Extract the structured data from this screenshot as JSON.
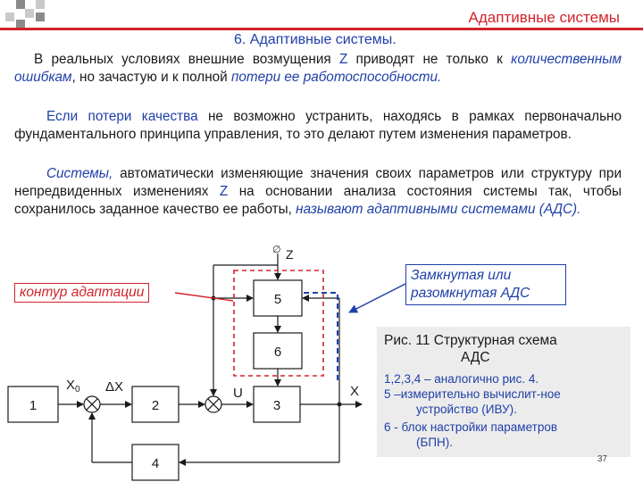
{
  "header": {
    "title": "Адаптивные системы",
    "section": "6. Адаптивные системы."
  },
  "text": {
    "p1_a": "В реальных условиях внешние возмущения ",
    "p1_z": "Z",
    "p1_b": " приводят не только к ",
    "p1_c": "количественным ошибкам",
    "p1_d": ", но зачастую и к полной ",
    "p1_e": "потери ее работоспособности.",
    "p2_a": "Если потери качества",
    "p2_b": " не возможно устранить, находясь в рамках первоначально фундаментального принципа управления, то это делают путем изменения параметров.",
    "p3_a": "Системы,",
    "p3_b": " автоматически изменяющие значения своих параметров или структуру при непредвиденных изменениях ",
    "p3_z": "Z",
    "p3_c": " на основании анализа состояния системы так, чтобы сохранилось заданное качество ее работы, ",
    "p3_d": "называют адаптивными системами (АДС)."
  },
  "diagram": {
    "block1": "1",
    "block2": "2",
    "block3": "3",
    "block4": "4",
    "block5": "5",
    "block6": "6",
    "x0": "X",
    "x0_sub": "0",
    "dx": "ΔX",
    "u": "U",
    "x_out": "X",
    "z": "Z",
    "z_mark": "∅",
    "callout_loop": "контур адаптации",
    "callout_type_1": "Замкнутая или",
    "callout_type_2": "разомкнутая АДС"
  },
  "caption": {
    "title_1": "Рис. 11  Структурная схема",
    "title_2": "АДС",
    "line1": "1,2,3,4 –  аналогично рис. 4.",
    "line2": "5 –измерительно вычислит-ное",
    "line3": "устройство (ИВУ).",
    "line4": "6 - блок настройки параметров",
    "line5": "(БПН)."
  },
  "page_number": "37",
  "colors": {
    "accent_red": "#d2232a",
    "accent_blue": "#1f3fa8",
    "squares_dark": "#8a8a8a",
    "squares_light": "#c9c9c9"
  }
}
